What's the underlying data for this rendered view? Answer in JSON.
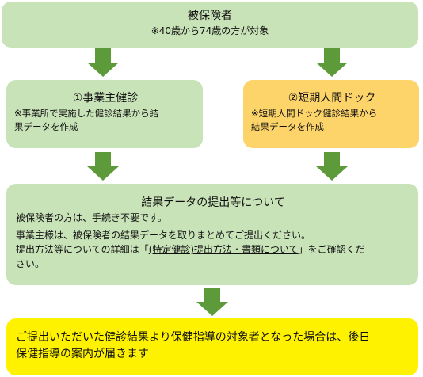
{
  "top": {
    "title": "被保険者",
    "subtitle": "※40歳から74歳の方が対象"
  },
  "employer_exam": {
    "title": "①事業主健診",
    "description_line1": "※事業所で実施した健診結果から結",
    "description_line2": "果データを作成"
  },
  "dock": {
    "title": "②短期人間ドック",
    "description_line1": "※短期人間ドック健診結果から",
    "description_line2": "結果データを作成"
  },
  "submission": {
    "title": "結果データの提出等について",
    "line1": "被保険者の方は、手続き不要です。",
    "line2": "事業主様は、被保険者の結果データを取りまとめてご提出ください。",
    "line3_prefix": "提出方法等についての詳細は「",
    "line3_link": "(特定健診)提出方法・書類について",
    "line3_suffix": "」をご確認くだ",
    "line4": "さい。"
  },
  "final": {
    "line1": "ご提出いただいた健診結果より保健指導の対象者となった場合は、後日",
    "line2": "保健指導の案内が届きます"
  },
  "colors": {
    "green_box": "#c9e3b8",
    "orange_box": "#fdd46a",
    "yellow_box": "#fff200",
    "arrow": "#5d9b3a"
  }
}
